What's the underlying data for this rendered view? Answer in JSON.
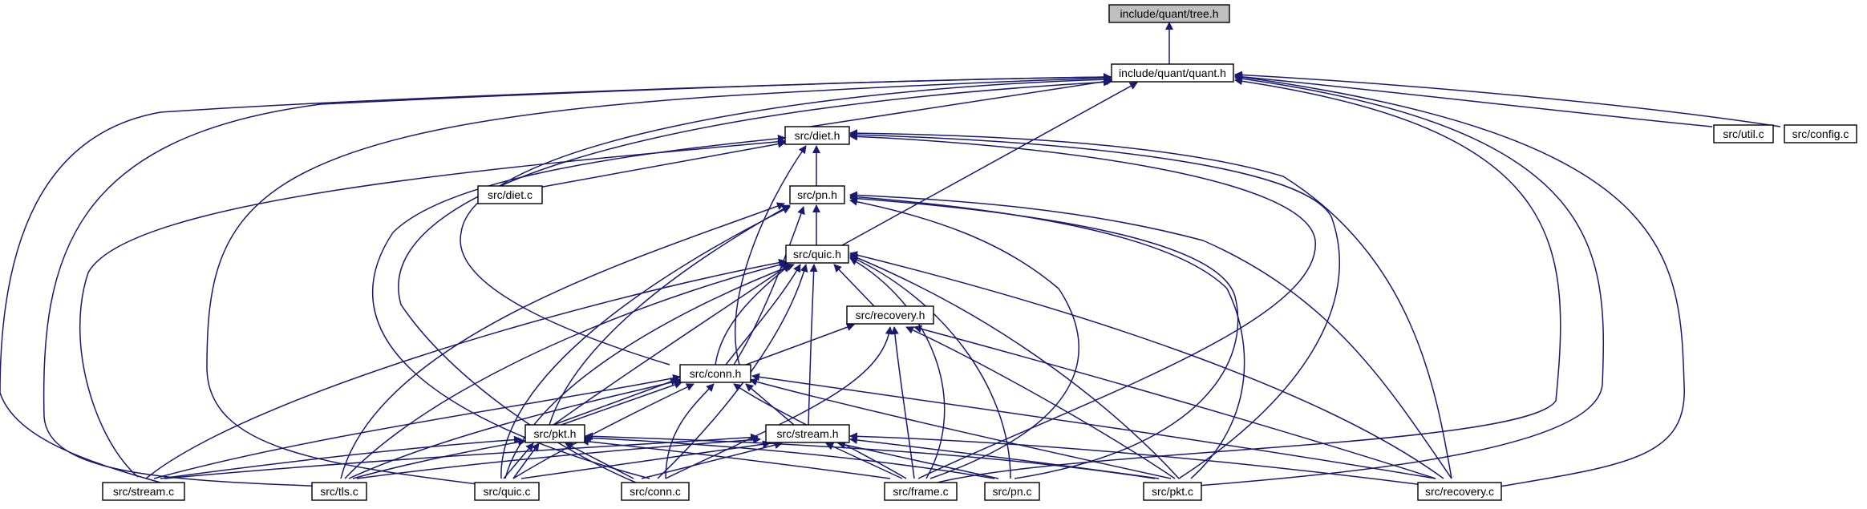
{
  "colors": {
    "edge": "#191970",
    "node_fill": "#ffffff",
    "root_fill": "#bfbfbf",
    "node_border": "#000000"
  },
  "nodes": {
    "tree_h": "include/quant/tree.h",
    "quant_h": "include/quant/quant.h",
    "diet_h": "src/diet.h",
    "util_c": "src/util.c",
    "config_c": "src/config.c",
    "diet_c": "src/diet.c",
    "pn_h": "src/pn.h",
    "quic_h": "src/quic.h",
    "recovery_h": "src/recovery.h",
    "conn_h": "src/conn.h",
    "pkt_h": "src/pkt.h",
    "stream_h": "src/stream.h",
    "stream_c": "src/stream.c",
    "tls_c": "src/tls.c",
    "quic_c": "src/quic.c",
    "conn_c": "src/conn.c",
    "frame_c": "src/frame.c",
    "pn_c": "src/pn.c",
    "pkt_c": "src/pkt.c",
    "recovery_c": "src/recovery.c"
  }
}
